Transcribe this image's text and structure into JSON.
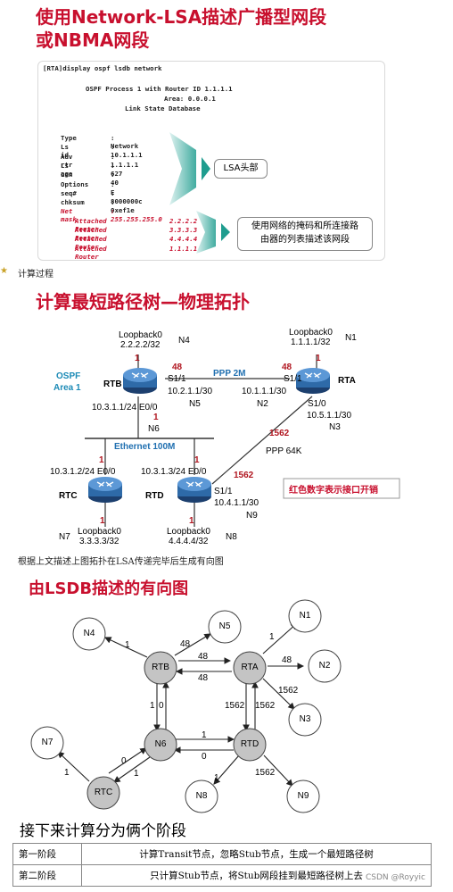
{
  "section1": {
    "title_line1": "使用Network-LSA描述广播型网段",
    "title_line2": "或NBMA网段"
  },
  "cli": {
    "command": "[RTA]display ospf lsdb network",
    "line_process": "OSPF Process 1 with Router ID 1.1.1.1",
    "line_area": "Area: 0.0.0.1",
    "line_db": "Link State Database",
    "fields": [
      {
        "k": "Type",
        "v": ": Network"
      },
      {
        "k": "Ls id",
        "v": ": 10.1.1.1"
      },
      {
        "k": "Adv rtr",
        "v": ": 1.1.1.1"
      },
      {
        "k": "Ls age",
        "v": ": 627"
      },
      {
        "k": "Len",
        "v": ": 40"
      },
      {
        "k": "Options",
        "v": ":  E"
      },
      {
        "k": "seq#",
        "v": ": 8000000c"
      },
      {
        "k": "chksum",
        "v": ": 0xef1e"
      }
    ],
    "netmask_key": "Net mask",
    "netmask_val": ": 255.255.255.0",
    "attached": [
      {
        "k": "Attached Router",
        "v": "2.2.2.2"
      },
      {
        "k": "Attached Router",
        "v": "3.3.3.3"
      },
      {
        "k": "Attached Router",
        "v": "4.4.4.4"
      },
      {
        "k": "Attached Router",
        "v": "1.1.1.1"
      }
    ],
    "callout1": "LSA头部",
    "callout2_l1": "使用网络的掩码和所连接路",
    "callout2_l2": "由器的列表描述该网段"
  },
  "caption1": "计算过程",
  "section2": {
    "title": "计算最短路径树—物理拓扑"
  },
  "topo": {
    "ospf_area_l1": "OSPF",
    "ospf_area_l2": "Area 1",
    "rtb": "RTB",
    "rta": "RTA",
    "rtc": "RTC",
    "rtd": "RTD",
    "lb_rtb": "Loopback0",
    "lb_rtb_ip": "2.2.2.2/32",
    "n4": "N4",
    "lb_rta": "Loopback0",
    "lb_rta_ip": "1.1.1.1/32",
    "n1": "N1",
    "ppp2m": "PPP 2M",
    "rtb_s11": "S1/1",
    "rtb_s11_ip": "10.2.1.1/30",
    "n5": "N5",
    "rta_s11": "S1/1",
    "rta_s11_ip": "10.1.1.1/30",
    "n2": "N2",
    "rta_s10": "S1/0",
    "rta_s10_ip": "10.5.1.1/30",
    "n3": "N3",
    "rtb_e00": "10.3.1.1/24 E0/0",
    "n6": "N6",
    "ethernet": "Ethernet 100M",
    "ppp64k": "PPP 64K",
    "rtc_e00": "10.3.1.2/24 E0/0",
    "rtd_e00": "10.3.1.3/24 E0/0",
    "rtd_s11": "S1/1",
    "rtd_s11_ip": "10.4.1.1/30",
    "n9": "N9",
    "lb_rtc": "Loopback0",
    "lb_rtc_ip": "3.3.3.3/32",
    "n7": "N7",
    "lb_rtd": "Loopback0",
    "lb_rtd_ip": "4.4.4.4/32",
    "n8": "N8",
    "legend": "红色数字表示接口开销",
    "costs": {
      "rtb_lb": "1",
      "rtb_ppp": "48",
      "rta_ppp": "48",
      "rta_lb": "1",
      "rtb_eth": "1",
      "rta_64k": "1562",
      "rtd_64k": "1562",
      "rtc_eth": "1",
      "rtd_eth": "1",
      "rtc_lb": "1",
      "rtd_lb": "1"
    }
  },
  "caption2": "根据上文描述上图拓扑在LSA传递完毕后生成有向图",
  "section3": {
    "title": "由LSDB描述的有向图"
  },
  "graph": {
    "nodes": {
      "rtb": "RTB",
      "rta": "RTA",
      "n6": "N6",
      "rtd": "RTD",
      "rtc": "RTC",
      "n4": "N4",
      "n5": "N5",
      "n1": "N1",
      "n2": "N2",
      "n3": "N3",
      "n7": "N7",
      "n8": "N8",
      "n9": "N9"
    },
    "edges": {
      "rtb_n4": "1",
      "rtb_n5": "48",
      "rtb_rta_top": "48",
      "rtb_rta_bot": "48",
      "rta_n1": "1",
      "rta_n2": "48",
      "rta_n3": "1562",
      "rtb_n6_a": "1",
      "rtb_n6_b": "0",
      "rta_rtd_a": "1562",
      "rta_rtd_b": "1562",
      "n6_rtd_top": "1",
      "n6_rtd_bot": "0",
      "rtc_n7": "1",
      "rtc_n6_a": "0",
      "rtc_n6_b": "1",
      "rtd_n8": "1",
      "rtd_n9": "1562"
    }
  },
  "section4": {
    "title": "接下来计算分为俩个阶段",
    "rows": [
      {
        "stage": "第一阶段",
        "desc": "计算Transit节点，忽略Stub节点，生成一个最短路径树"
      },
      {
        "stage": "第二阶段",
        "desc": "只计算Stub节点，将Stub网段挂到最短路径树上去"
      }
    ],
    "watermark": "CSDN @Royyic"
  }
}
